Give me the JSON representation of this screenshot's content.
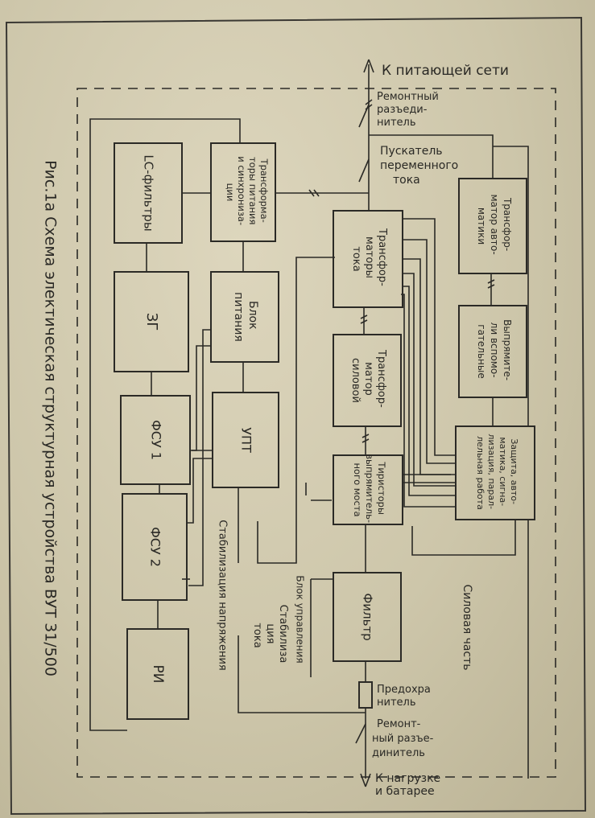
{
  "figure_title": "Рис.1а Схема электическая структурная устройства ВУТ 31/500",
  "blocks": {
    "lc_filters": "LC-фильтры",
    "zg": "ЗГ",
    "fsu1": "ФСУ 1",
    "fsu2": "ФСУ 2",
    "ri": "РИ",
    "sync_transformers": [
      "Трансформа-",
      "торы питания",
      "и синхрониза-",
      "ции"
    ],
    "power_supply": [
      "Блок",
      "питания"
    ],
    "upt": "УПТ",
    "current_transformers": [
      "Трансфор-",
      "маторы",
      "тока"
    ],
    "power_transformer": [
      "Трансфор-",
      "матор",
      "силовой"
    ],
    "thyristors": [
      "Тиристоры",
      "выпрямитель-",
      "ного моста"
    ],
    "filter": "Фильтр",
    "automation_transformer": [
      "Трансфор-",
      "матор авто-",
      "матики"
    ],
    "aux_rectifiers": [
      "Выпрямите-",
      "ли вспомо-",
      "гательные"
    ],
    "protection": [
      "Защита, авто-",
      "матика, сигна-",
      "лизация, парал-",
      "лельная работа"
    ]
  },
  "labels": {
    "to_grid": "К питающей сети",
    "repair_switch_top": [
      "Ремонтный",
      "разъеди-",
      "нитель"
    ],
    "ac_starter": [
      "Пускатель",
      "переменного",
      "тока"
    ],
    "fuse": [
      "Предохра",
      "нитель"
    ],
    "repair_switch_bottom": [
      "Ремонт-",
      "ный разъе-",
      "динитель"
    ],
    "to_load": [
      "К нагрузке",
      "и батарее"
    ],
    "power_part": "Силовая часть",
    "control_unit": "Блок управления",
    "current_stab": [
      "Стабилиза",
      "ция",
      "тока"
    ],
    "voltage_stab": "Стабилизация напряжения"
  }
}
